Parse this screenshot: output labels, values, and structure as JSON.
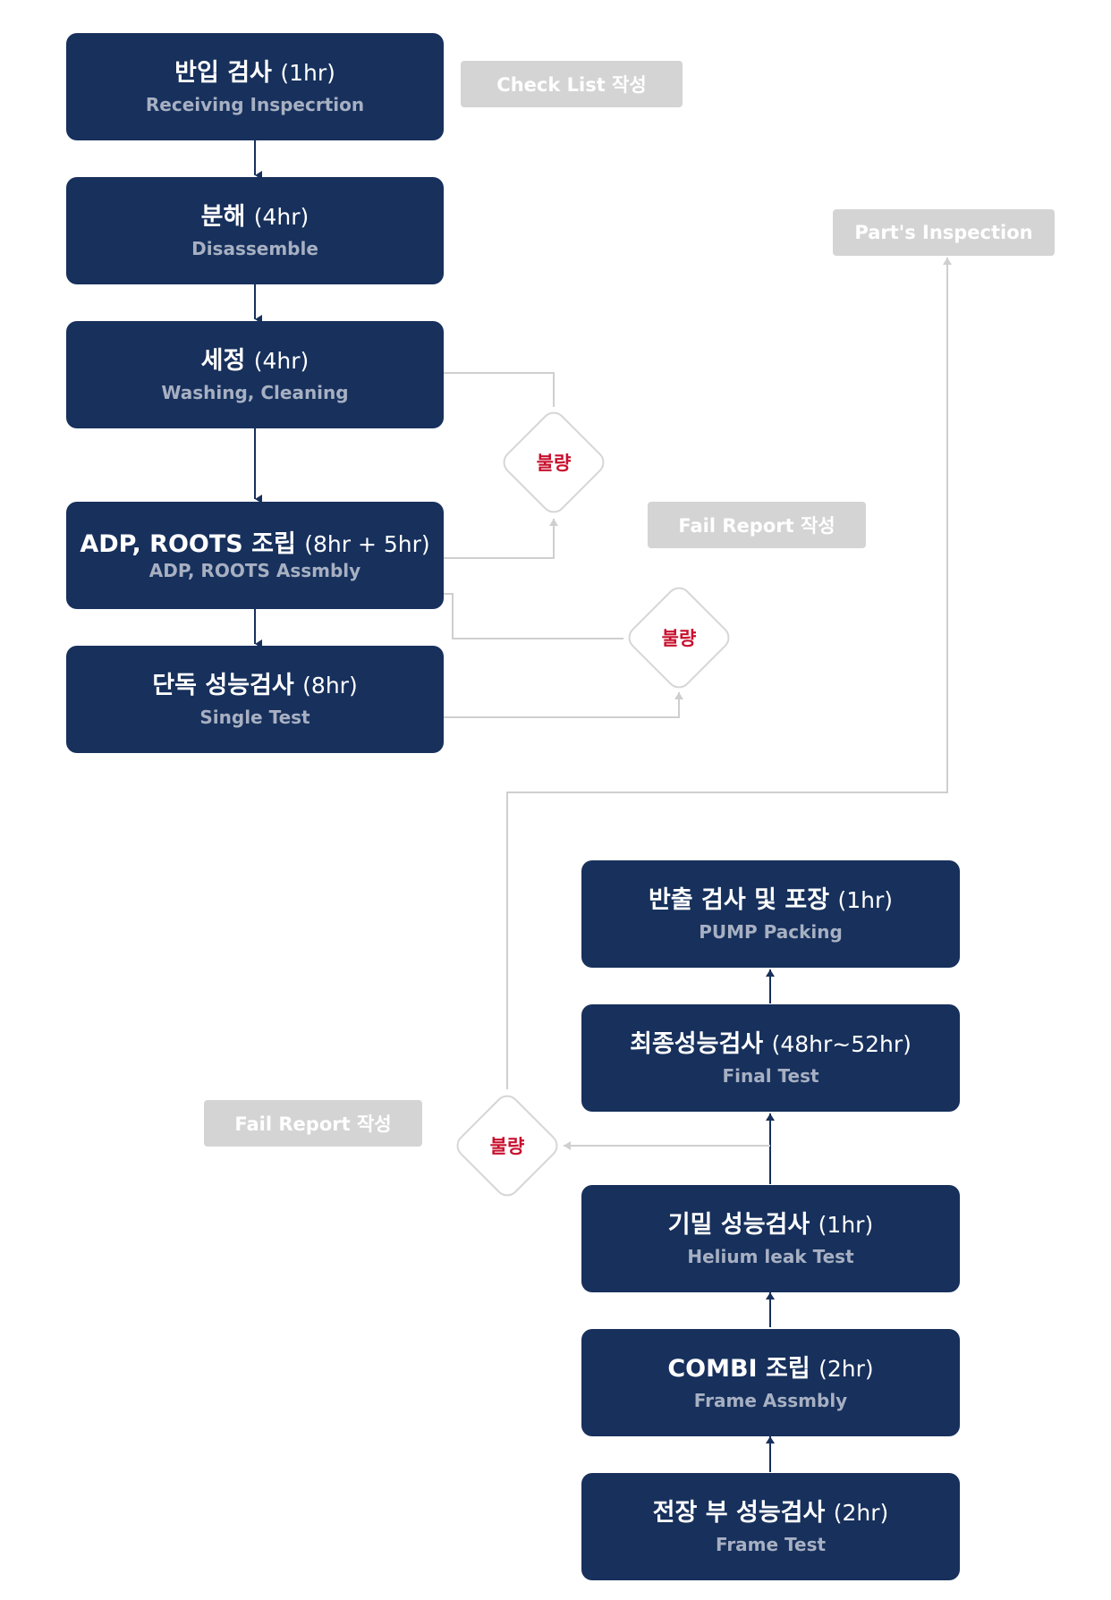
{
  "steps": [
    {
      "title": "반입 검사",
      "time": "(1hr)",
      "sub": "Receiving Inspecrtion"
    },
    {
      "title": "분해",
      "time": "(4hr)",
      "sub": "Disassemble"
    },
    {
      "title": "세정",
      "time": "(4hr)",
      "sub": "Washing, Cleaning"
    },
    {
      "title": "ADP, ROOTS 조립",
      "time": "(8hr + 5hr)",
      "sub": "ADP, ROOTS Assmbly"
    },
    {
      "title": "단독 성능검사",
      "time": "(8hr)",
      "sub": "Single Test"
    },
    {
      "title": "반출 검사 및 포장",
      "time": "(1hr)",
      "sub": "PUMP Packing"
    },
    {
      "title": "최종성능검사",
      "time": "(48hr~52hr)",
      "sub": "Final Test"
    },
    {
      "title": "기밀 성능검사",
      "time": "(1hr)",
      "sub": "Helium leak Test"
    },
    {
      "title": "COMBI 조립",
      "time": "(2hr)",
      "sub": "Frame Assmbly"
    },
    {
      "title": "전장 부 성능검사",
      "time": "(2hr)",
      "sub": "Frame Test"
    }
  ],
  "tags": {
    "check_list": "Check List 작성",
    "parts_inspection": "Part's Inspection",
    "fail_report_1": "Fail Report 작성",
    "fail_report_2": "Fail Report 작성"
  },
  "decisions": {
    "d1": "불량",
    "d2": "불량",
    "d3": "불량"
  },
  "colors": {
    "box": "#17305c",
    "sub_text": "#a7b0c2",
    "tag_bg": "#d4d4d4",
    "connector": "#cfcfcf",
    "fail_text": "#c8102e"
  }
}
